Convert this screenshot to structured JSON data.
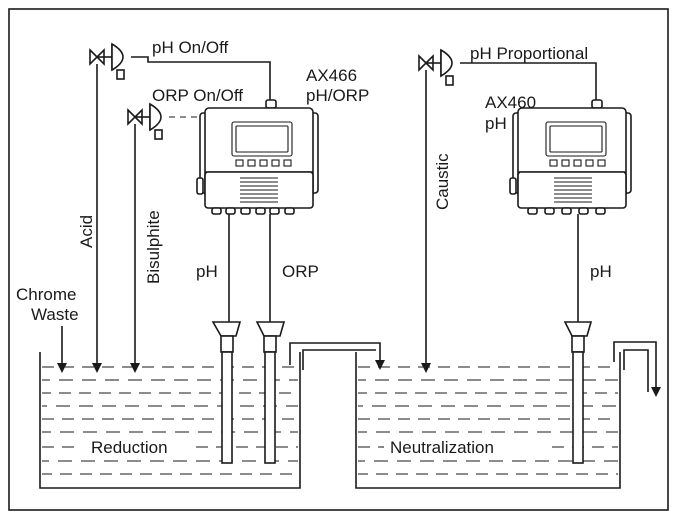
{
  "labels": {
    "ph_on_off": "pH On/Off",
    "orp_on_off": "ORP On/Off",
    "ax466_model": "AX466",
    "ax466_type": "pH/ORP",
    "ph_proportional": "pH Proportional",
    "ax460_model": "AX460",
    "ax460_type": "pH",
    "acid": "Acid",
    "bisulphite": "Bisulphite",
    "caustic": "Caustic",
    "chrome_line1": "Chrome",
    "chrome_line2": "Waste",
    "ph_sensor_left": "pH",
    "orp_sensor": "ORP",
    "ph_sensor_right": "pH",
    "reduction": "Reduction",
    "neutralization": "Neutralization"
  }
}
